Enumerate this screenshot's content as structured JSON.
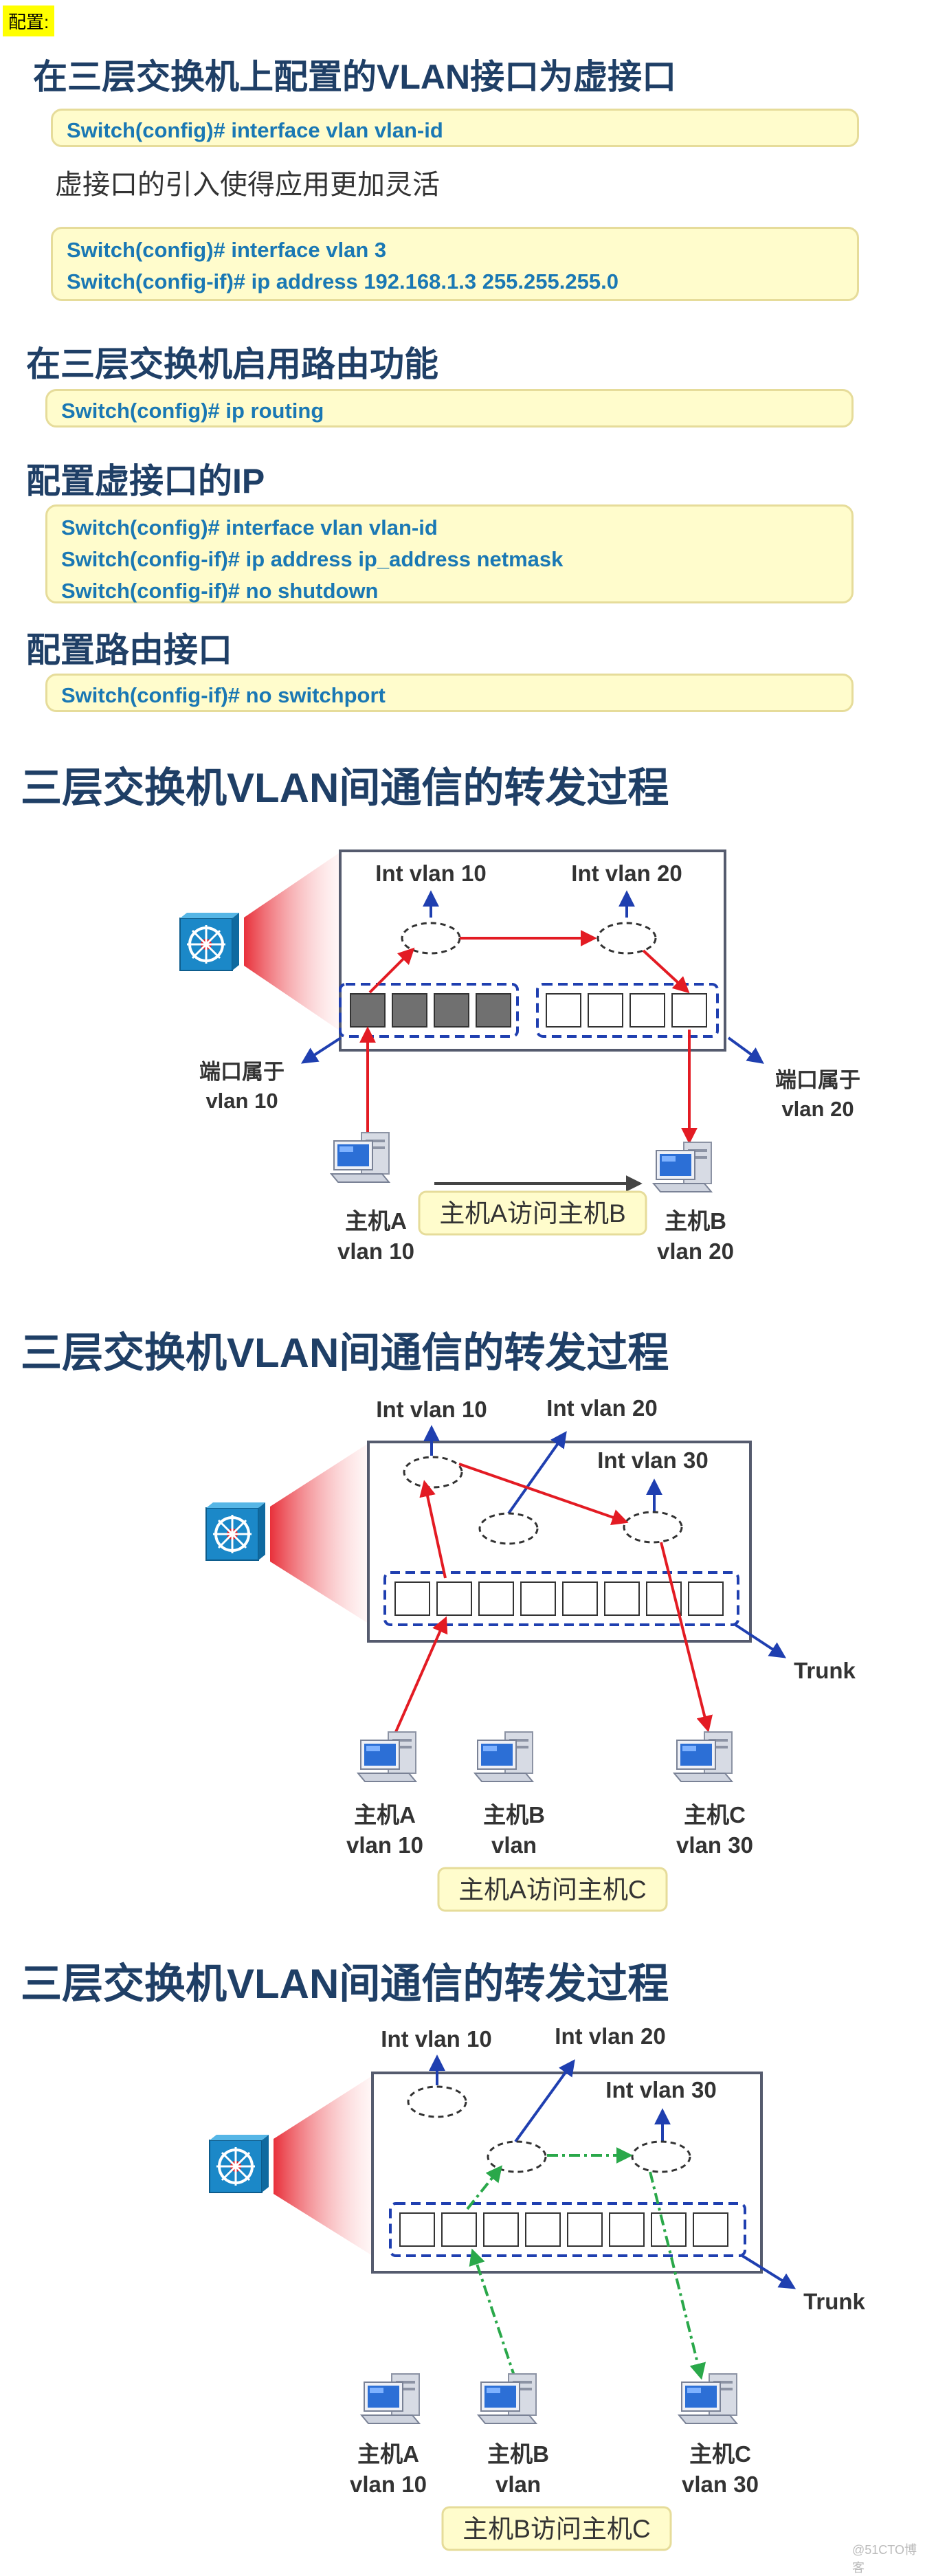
{
  "tag": "配置:",
  "config": {
    "title1": "在三层交换机上配置的VLAN接口为虚接口",
    "cmd1": "Switch(config)# interface vlan vlan-id",
    "note": "虚接口的引入使得应用更加灵活",
    "cmd2a": "Switch(config)# interface vlan 3",
    "cmd2b": "Switch(config-if)# ip address 192.168.1.3 255.255.255.0",
    "title2": "在三层交换机启用路由功能",
    "cmd3": "Switch(config)# ip routing",
    "title3": "配置虚接口的IP",
    "cmd4a": "Switch(config)# interface vlan vlan-id",
    "cmd4b": "Switch(config-if)# ip address ip_address netmask",
    "cmd4c": "Switch(config-if)# no shutdown",
    "title4": "配置路由接口",
    "cmd5": "Switch(config-if)# no switchport"
  },
  "diagram1": {
    "title": "三层交换机VLAN间通信的转发过程",
    "int_a": "Int vlan 10",
    "int_b": "Int vlan 20",
    "port_left_1": "端口属于",
    "port_left_2": "vlan 10",
    "port_right_1": "端口属于",
    "port_right_2": "vlan 20",
    "host_a_1": "主机A",
    "host_a_2": "vlan 10",
    "host_b_1": "主机B",
    "host_b_2": "vlan 20",
    "caption": "主机A访问主机B"
  },
  "diagram2": {
    "title": "三层交换机VLAN间通信的转发过程",
    "int_a": "Int vlan 10",
    "int_b": "Int vlan 20",
    "int_c": "Int vlan 30",
    "trunk": "Trunk",
    "host_a_1": "主机A",
    "host_a_2": "vlan 10",
    "host_b_1": "主机B",
    "host_b_2": "vlan",
    "host_c_1": "主机C",
    "host_c_2": "vlan 30",
    "caption": "主机A访问主机C"
  },
  "diagram3": {
    "title": "三层交换机VLAN间通信的转发过程",
    "int_a": "Int vlan 10",
    "int_b": "Int vlan 20",
    "int_c": "Int vlan 30",
    "trunk": "Trunk",
    "host_a_1": "主机A",
    "host_a_2": "vlan 10",
    "host_b_1": "主机B",
    "host_b_2": "vlan",
    "host_c_1": "主机C",
    "host_c_2": "vlan 30",
    "caption": "主机B访问主机C"
  },
  "watermark": "@51CTO博客",
  "colors": {
    "title": "#1f3f66",
    "code": "#1a78b4",
    "box_bg": "#fffccc",
    "red_arrow": "#e31b23",
    "blue_arrow": "#1f3fb0",
    "green_arrow": "#2aa84a"
  }
}
